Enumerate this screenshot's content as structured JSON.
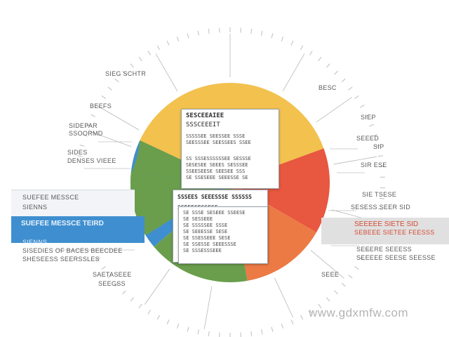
{
  "diagram": {
    "segments": [
      {
        "name": "yellow",
        "color": "#f2c14e"
      },
      {
        "name": "red",
        "color": "#e8573f"
      },
      {
        "name": "orange",
        "color": "#ec7a45"
      },
      {
        "name": "green",
        "color": "#6a9e4c"
      },
      {
        "name": "blue",
        "color": "#3f8fd0"
      }
    ],
    "ring_color": "#c8c8c8"
  },
  "labels": {
    "top_left_1": "SIEG SCHTR",
    "top_left_2": "BEEFS",
    "mid_left_1": "SIDEPAR",
    "mid_left_2": "SSOORMD",
    "left_1": "SIDES",
    "left_2": "DENSES VIEEE",
    "left_band_1": "SUEFEE MESSCE TEIRD",
    "left_band_2": "SIENNS",
    "left_low_1": "SISEDIES OF BACES BEECDEE",
    "left_low_2": "SHESEESS SEERSSLES",
    "bottom_left_1": "SAETASEEE",
    "bottom_left_2": "SEEGSS",
    "top_right_1": "BESC",
    "right_1": "SIEP",
    "right_2": "SEEED",
    "right_3": "SIP",
    "right_4": "SIR ESE",
    "right_band_top_1": "SIE TSESE",
    "right_band_top_2": "SESESS SEER SID",
    "right_band_1": "SEEEEE SIETE SID",
    "right_band_2": "SEBEEE SIETEE FEESSS",
    "right_low_1": "SEEERE SEEESS",
    "right_low_2": "SEEEEE SEESE SEESSE",
    "bottom_right_1": "SEEE"
  },
  "cards": {
    "c1_title": "SESCEEAIEE",
    "c1_sub": "SSSCEEEIT",
    "c1_rows": [
      "SSSSSEE SEESSEE SSSE",
      "SEESSSEE SEESSEES SSEE",
      "SS SSSESSSSSSEE SESSSE",
      "SESESEE SEEES SESSSEE",
      "SSEESEESE SEESEE SSS",
      "SE SSESEEE SEEESSE SE"
    ],
    "c2_title": "SSSEES SEEESSSE SSSSSS",
    "c2_sub": "SSEEESESSESE",
    "c3_rows": [
      "SE SSSE SESEEE SSEESE",
      "SE SESSEEE",
      "SE SSSSSEE SSSE",
      "SE SEEESSE SESE",
      "SE SSESSEEE SESE",
      "SE SSESSE SEEESSSE",
      "SE SSSESSSEEE"
    ]
  },
  "watermark": "www.gdxmfw.com"
}
